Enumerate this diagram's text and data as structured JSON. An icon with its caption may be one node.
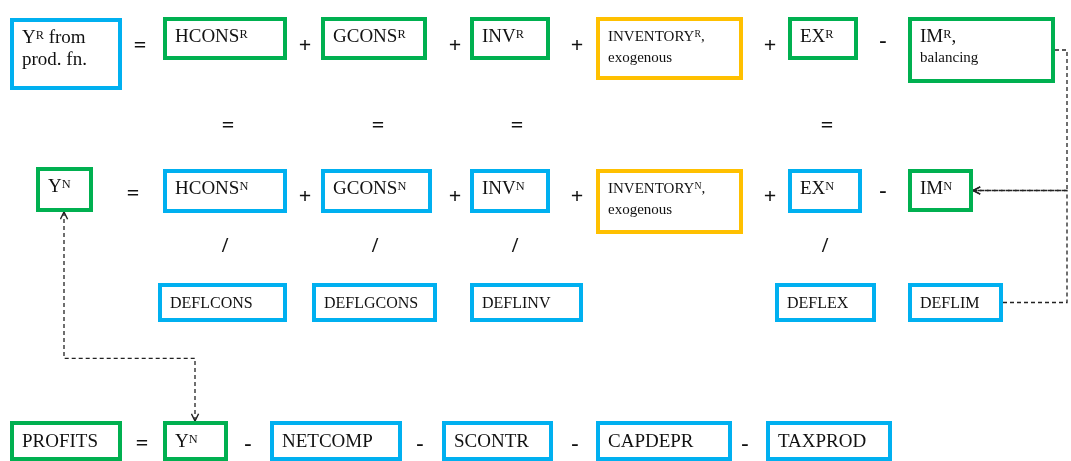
{
  "diagram": {
    "nodes": [
      {
        "text": [
          "Y$^{R}$ from prod. fn."
        ]
      },
      {
        "text": [
          "HCONS$^{R}$"
        ]
      },
      {
        "text": [
          "GCONS$^{R}$"
        ]
      },
      {
        "text": [
          "INV$^{R}$"
        ]
      },
      {
        "text": [
          "INVENTORY$^{R}$,",
          "exogenous"
        ]
      },
      {
        "text": [
          "EX$^{R}$"
        ]
      },
      {
        "text": [
          "IM$^{R}$,",
          "balancing"
        ]
      },
      {
        "text": [
          "Y$^{N}$"
        ]
      },
      {
        "text": [
          "HCONS$^{N}$"
        ]
      },
      {
        "text": [
          "GCONS$^{N}$"
        ]
      },
      {
        "text": [
          "INV$^{N}$"
        ]
      },
      {
        "text": [
          "INVENTORY$^{N}$,",
          "exogenous"
        ]
      },
      {
        "text": [
          "EX$^{N}$"
        ]
      },
      {
        "text": [
          "IM$^{N}$"
        ]
      },
      {
        "text": [
          "DEFLCONS"
        ]
      },
      {
        "text": [
          "DEFLGCONS"
        ]
      },
      {
        "text": [
          "DEFLINV"
        ]
      },
      {
        "text": [
          "DEFLEX"
        ]
      },
      {
        "text": [
          "DEFLIM"
        ]
      },
      {
        "text": [
          "PROFITS"
        ]
      },
      {
        "text": [
          "Y$^{N}$"
        ]
      },
      {
        "text": [
          "NETCOMP"
        ]
      },
      {
        "text": [
          "SCONTR"
        ]
      },
      {
        "text": [
          "CAPDEPR"
        ]
      },
      {
        "text": [
          "TAXPROD"
        ]
      }
    ],
    "edges": [
      {
        "from": 6,
        "to": 13,
        "arrow": "to",
        "style": "dashed"
      },
      {
        "from": 18,
        "to": 13,
        "arrow": "to",
        "style": "dashed"
      },
      {
        "from": 7,
        "to": 20,
        "arrow": "both",
        "style": "dashed"
      }
    ],
    "labels": [
      "=",
      "+",
      "+",
      "+",
      "+",
      "-",
      "=",
      "=",
      "=",
      "=",
      "=",
      "+",
      "+",
      "+",
      "+",
      "-",
      "/",
      "/",
      "/",
      "/",
      "=",
      "-",
      "-",
      "-",
      "-"
    ]
  }
}
